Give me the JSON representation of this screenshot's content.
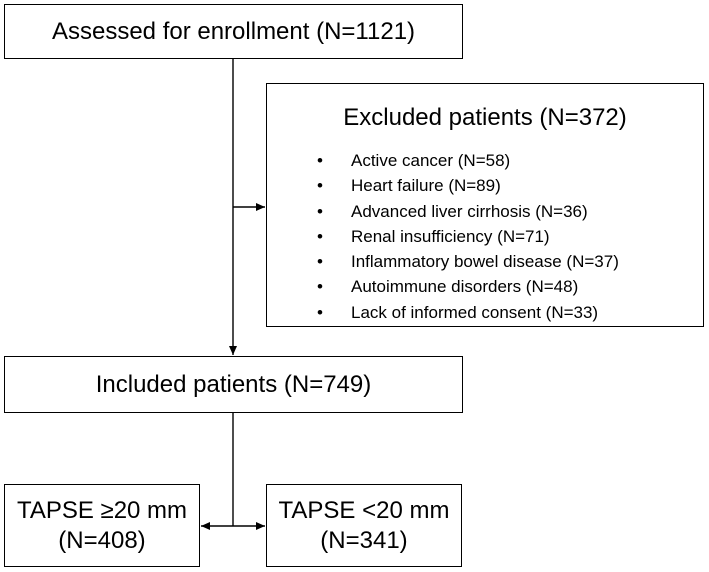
{
  "enrollment": {
    "label": "Assessed for enrollment (N=1121)"
  },
  "excluded": {
    "title": "Excluded patients (N=372)",
    "items": [
      "Active cancer (N=58)",
      "Heart failure (N=89)",
      "Advanced liver cirrhosis (N=36)",
      "Renal insufficiency (N=71)",
      "Inflammatory bowel disease (N=37)",
      "Autoimmune disorders (N=48)",
      "Lack of informed consent (N=33)"
    ]
  },
  "included": {
    "label": "Included patients (N=749)"
  },
  "groups": [
    {
      "line1": "TAPSE ≥20 mm",
      "line2": "(N=408)"
    },
    {
      "line1": "TAPSE <20 mm",
      "line2": "(N=341)"
    }
  ]
}
